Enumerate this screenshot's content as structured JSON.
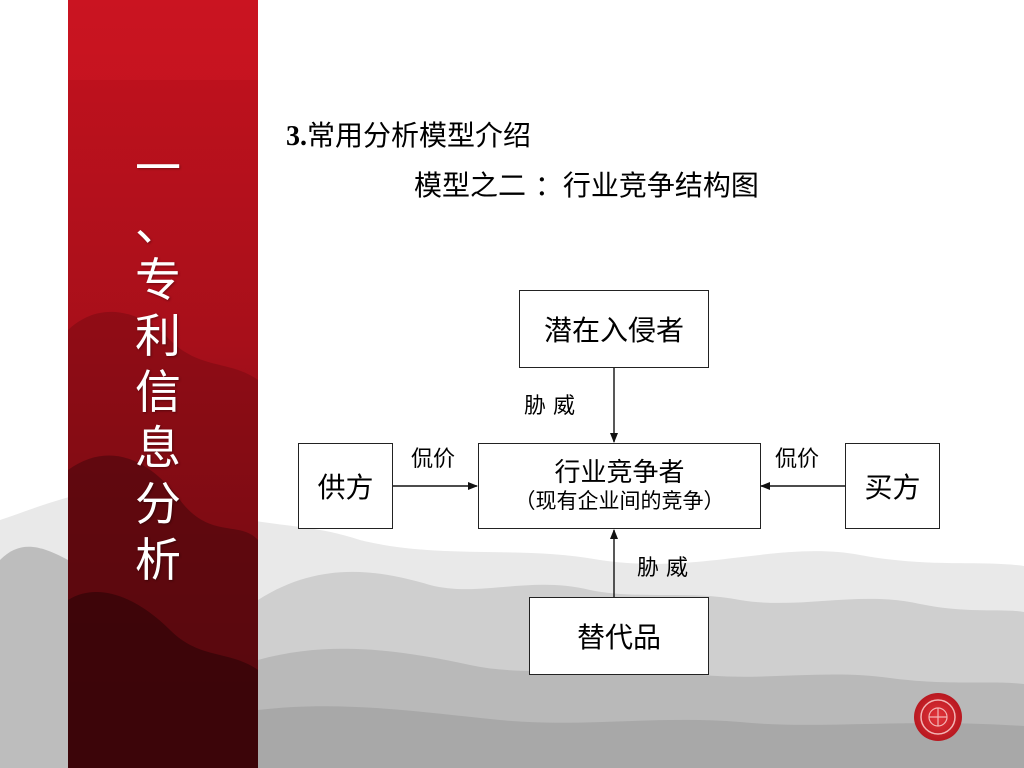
{
  "sidebar": {
    "chars": [
      "一",
      "、",
      "专",
      "利",
      "信",
      "息",
      "分",
      "析"
    ]
  },
  "heading": {
    "number": "3.",
    "text": "常用分析模型介绍"
  },
  "subheading": "模型之二 ：行业竞争结构图",
  "diagram": {
    "top_box": "潜在入侵者",
    "left_box": "供方",
    "right_box": "买方",
    "bottom_box": "替代品",
    "center_box": {
      "main": "行业竞争者",
      "sub": "（现有企业间的竞争）"
    },
    "top_edge_label": "胁 威",
    "bottom_edge_label": "胁 威",
    "left_edge_label": "侃价",
    "right_edge_label": "侃价"
  },
  "colors": {
    "sidebar_red": "#b0101c",
    "seal_red": "#d2222a",
    "mountain_gray": "#9a9a9a"
  }
}
